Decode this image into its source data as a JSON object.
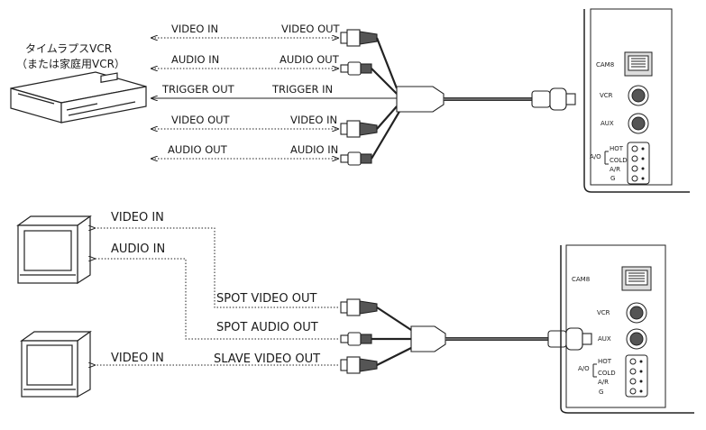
{
  "vcr": {
    "name_line1": "タイムラプスVCR",
    "name_line2": "（または家庭用VCR）"
  },
  "top_cables": [
    {
      "left": "VIDEO IN",
      "right": "VIDEO OUT"
    },
    {
      "left": "AUDIO IN",
      "right": "AUDIO OUT"
    },
    {
      "left": "TRIGGER OUT",
      "right": "TRIGGER IN"
    },
    {
      "left": "VIDEO OUT",
      "right": "VIDEO IN"
    },
    {
      "left": "AUDIO OUT",
      "right": "AUDIO IN"
    }
  ],
  "panel": {
    "cam": "CAM8",
    "vcr": "VCR",
    "aux": "AUX",
    "ao": "A/O",
    "hot": "HOT",
    "cold": "COLD",
    "ar": "A/R",
    "g": "G"
  },
  "monitors": {
    "video_in_1": "VIDEO IN",
    "audio_in": "AUDIO IN",
    "video_in_2": "VIDEO IN"
  },
  "bottom_outputs": {
    "spot_video": "SPOT VIDEO OUT",
    "spot_audio": "SPOT AUDIO OUT",
    "slave_video": "SLAVE VIDEO OUT"
  }
}
